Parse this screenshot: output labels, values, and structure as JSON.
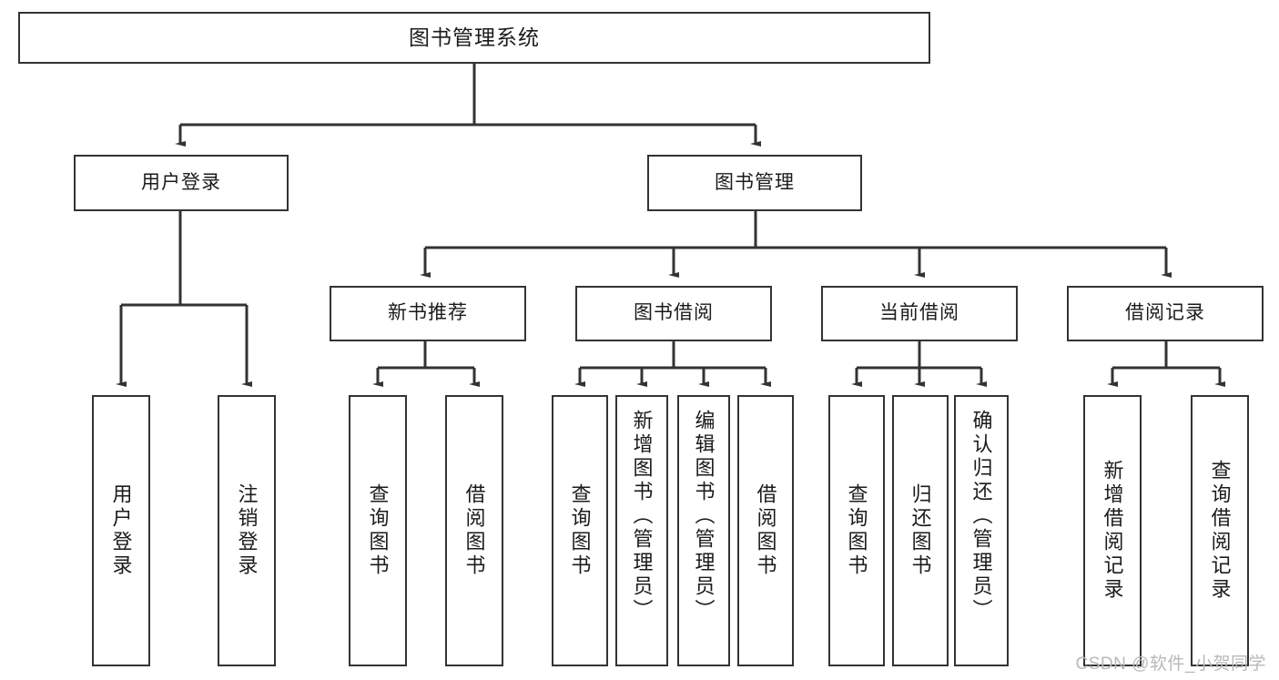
{
  "diagram": {
    "title": "图书管理系统",
    "type": "tree-hierarchy-diagram",
    "nodes": {
      "root": {
        "label": "图书管理系统"
      },
      "level2": [
        {
          "id": "user-login",
          "label": "用户登录"
        },
        {
          "id": "book-manage",
          "label": "图书管理"
        }
      ],
      "level3": [
        {
          "id": "new-book-rec",
          "label": "新书推荐"
        },
        {
          "id": "book-borrow",
          "label": "图书借阅"
        },
        {
          "id": "current-borrow",
          "label": "当前借阅"
        },
        {
          "id": "borrow-record",
          "label": "借阅记录"
        }
      ],
      "leaves": [
        {
          "id": "leaf-user-login",
          "label": "用户登录",
          "parent": "user-login"
        },
        {
          "id": "leaf-user-logout",
          "label": "注销登录",
          "parent": "user-login"
        },
        {
          "id": "leaf-query-book-1",
          "label": "查询图书",
          "parent": "new-book-rec"
        },
        {
          "id": "leaf-borrow-book-1",
          "label": "借阅图书",
          "parent": "new-book-rec"
        },
        {
          "id": "leaf-query-book-2",
          "label": "查询图书",
          "parent": "book-borrow"
        },
        {
          "id": "leaf-add-book",
          "label": "新增图书（管理员）",
          "parent": "book-borrow"
        },
        {
          "id": "leaf-edit-book",
          "label": "编辑图书（管理员）",
          "parent": "book-borrow"
        },
        {
          "id": "leaf-borrow-book-2",
          "label": "借阅图书",
          "parent": "book-borrow"
        },
        {
          "id": "leaf-query-book-3",
          "label": "查询图书",
          "parent": "current-borrow"
        },
        {
          "id": "leaf-return-book",
          "label": "归还图书",
          "parent": "current-borrow"
        },
        {
          "id": "leaf-confirm-return",
          "label": "确认归还（管理员）",
          "parent": "current-borrow"
        },
        {
          "id": "leaf-add-record",
          "label": "新增借阅记录",
          "parent": "borrow-record"
        },
        {
          "id": "leaf-query-record",
          "label": "查询借阅记录",
          "parent": "borrow-record"
        }
      ]
    },
    "colors": {
      "border": "#333333",
      "background": "#ffffff",
      "text": "#1b1b1b",
      "watermark": "#b8b8b8"
    }
  },
  "watermark": {
    "text": "CSDN @软件_小贺同学"
  }
}
